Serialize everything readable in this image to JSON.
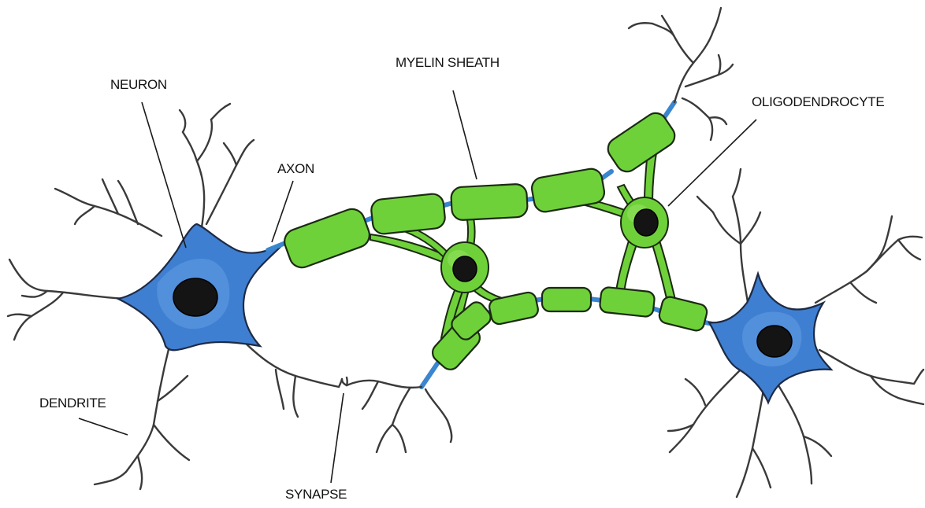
{
  "labels": {
    "neuron": "NEURON",
    "axon": "AXON",
    "myelin_sheath": "MYELIN SHEATH",
    "oligodendrocyte": "OLIGODENDROCYTE",
    "dendrite": "DENDRITE",
    "synapse": "SYNAPSE"
  },
  "colors": {
    "neuron_fill": "#3f7fd1",
    "neuron_fill_light": "#6aa6e8",
    "myelin_fill": "#6fd13a",
    "myelin_fill_light": "#8ee05a",
    "axon_exposed": "#3a86cf",
    "dendrite": "#3a3a3a",
    "nucleus": "#141414",
    "label_text": "#111111"
  }
}
